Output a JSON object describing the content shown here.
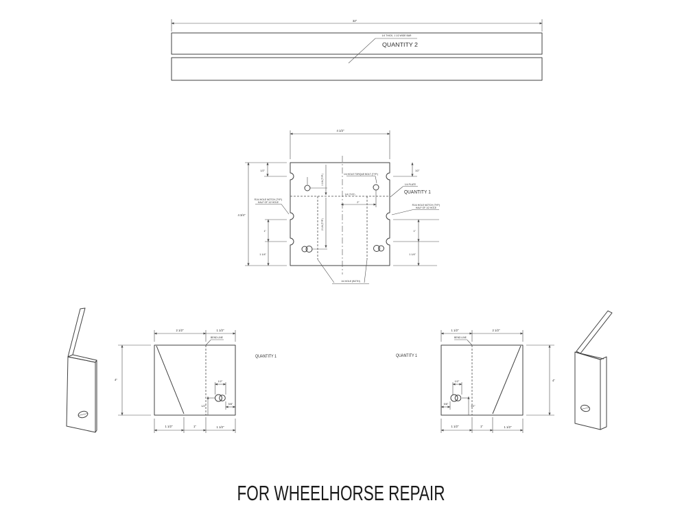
{
  "title": "FOR  WHEELHORSE REPAIR",
  "colors": {
    "object_line": "#3f3f3f",
    "dim_line": "#4a4a4a",
    "text": "#2b2b2b",
    "background": "#ffffff"
  },
  "bar_view": {
    "length_dim": "32\"",
    "material_note": "1/4 THICK, 1 1/2 WIDE BAR",
    "quantity": "QUANTITY 2"
  },
  "plate_view": {
    "width_dim": "4 1/2\"",
    "height_dim": "4 3/4\"",
    "top_left_dim": "1/2\"",
    "top_right_dim": "1/2\"",
    "bolt_note": "1/4 HOLE TORQUE BOLT (TYP.)",
    "plate_note": "1/4 PLATE",
    "quantity": "QUANTITY 1",
    "left_notch_note_line1": "R1/4 HOLE NOTCH (TYP.)",
    "left_notch_note_line2": "HALF OF 1/2 HOLE",
    "right_notch_note_line1": "R1/4 HOLE NOTCH (TYP.)",
    "right_notch_note_line2": "HALF OF 1/2 HOLE",
    "bottom_note": "1/4 HOLE (BOTH)",
    "hole_offset_note": "1/4 (TYP.)",
    "hole_spacing_dim": "2\"",
    "upper_hole_dim": "1 1/4 (TYP.)",
    "lower_hole_dim": "2 1/4 (TYP.)",
    "left_spacing_dim_upper": "1\"",
    "left_spacing_dim_lower": "1 1/4\"",
    "right_spacing_dim_upper": "1\"",
    "right_spacing_dim_lower": "1 1/4\""
  },
  "left_plate_view": {
    "quantity": "QUANTITY 1",
    "bend_note": "BEND LINE",
    "top_dim_left": "2 1/2\"",
    "top_dim_right": "1 1/2\"",
    "height_dim": "4\"",
    "bottom_dim_left": "1 1/2\"",
    "bottom_dim_mid": "1\"",
    "bottom_dim_right": "1 1/2\"",
    "hole_width_dim": "1/2\"",
    "hole_side_dim": "1/2\"",
    "hole_corner_dim": "5/8\""
  },
  "right_plate_view": {
    "quantity": "QUANTITY 1",
    "bend_note": "BEND LINE",
    "top_dim_left": "1 1/2\"",
    "top_dim_right": "2 1/2\"",
    "height_dim": "4\"",
    "bottom_dim_left": "1 1/2\"",
    "bottom_dim_mid": "1\"",
    "bottom_dim_right": "1 1/2\"",
    "hole_width_dim": "1/2\"",
    "hole_side_dim": "1/2\"",
    "hole_corner_dim": "5/8\""
  }
}
